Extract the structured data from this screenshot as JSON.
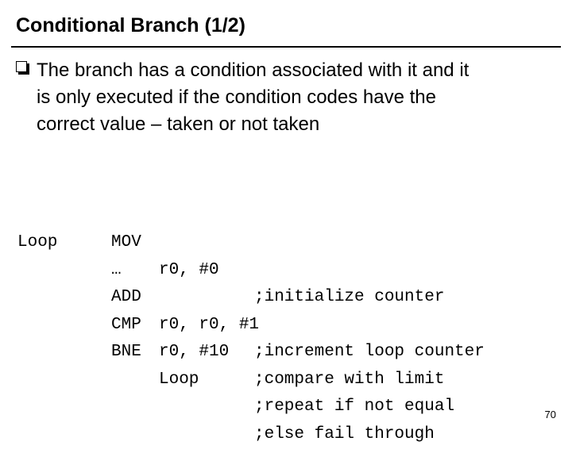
{
  "slide": {
    "title": "Conditional Branch (1/2)",
    "page_number": "70"
  },
  "bullet": {
    "icon": "hollow-square-bullet",
    "lines": [
      "The branch has a condition associated with it and it",
      "is only executed if the condition codes have the",
      "correct value – taken or not taken"
    ]
  },
  "code": {
    "rows": [
      {
        "label": "",
        "op": "MOV",
        "args": "r0, #0",
        "comment": ";initialize counter"
      },
      {
        "label": "Loop",
        "op": "…",
        "args": "",
        "comment": ""
      },
      {
        "label": "",
        "op": "ADD",
        "args": "r0, r0, #1",
        "comment": ";increment loop counter"
      },
      {
        "label": "",
        "op": "CMP",
        "args": "r0, #10",
        "comment": ";compare with limit"
      },
      {
        "label": "",
        "op": "BNE",
        "args": "Loop",
        "comment": ";repeat if not equal"
      },
      {
        "label": "",
        "op": "",
        "args": "",
        "comment": ";else fail through"
      }
    ]
  }
}
